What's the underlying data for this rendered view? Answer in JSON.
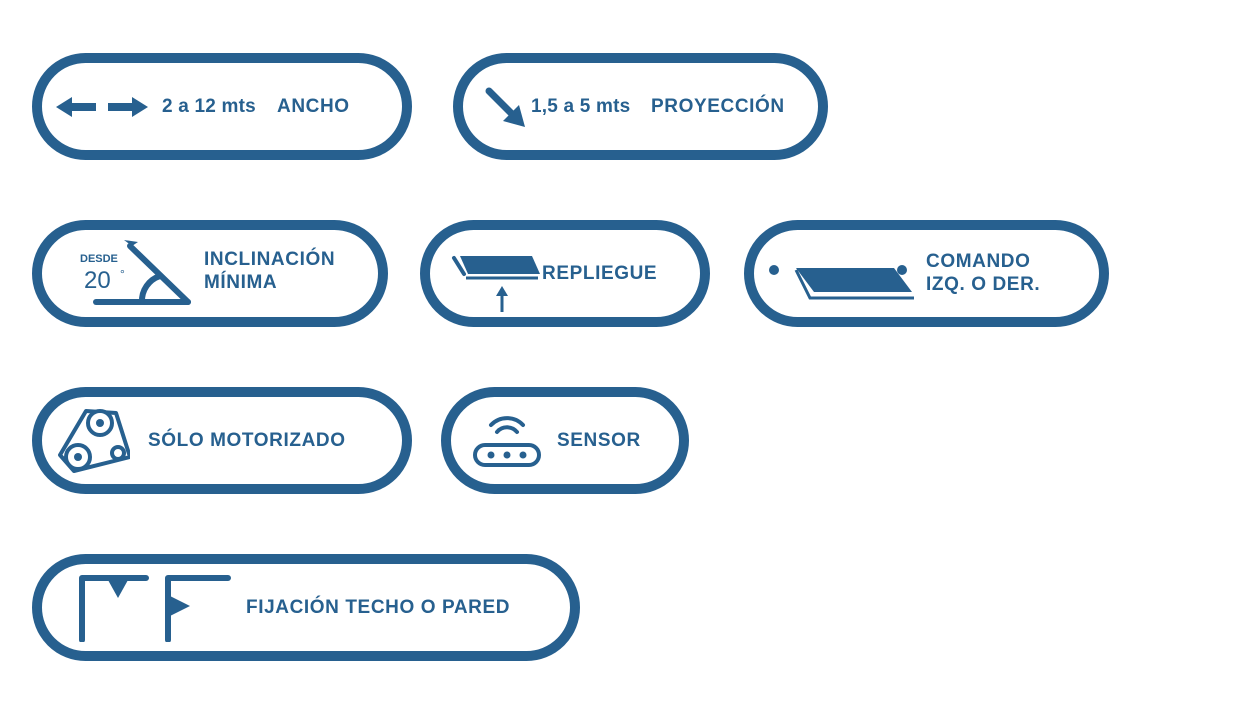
{
  "colors": {
    "primary": "#27608f",
    "background": "#ffffff"
  },
  "features": {
    "width": {
      "icon": "double-arrow-icon",
      "value": "2 a 12 mts",
      "label": "ANCHO"
    },
    "projection": {
      "icon": "diagonal-arrow-icon",
      "value": "1,5 a 5 mts",
      "label": "PROYECCIÓN"
    },
    "inclination": {
      "icon": "angle-icon",
      "icon_small_text": "DESDE",
      "icon_degrees": "20",
      "icon_degree_symbol": "°",
      "label_line1": "INCLINACIÓN",
      "label_line2": "MÍNIMA"
    },
    "fold": {
      "icon": "fold-up-icon",
      "label": "REPLIEGUE"
    },
    "command": {
      "icon": "awning-command-icon",
      "label_line1": "COMANDO",
      "label_line2": "IZQ. O DER."
    },
    "motor": {
      "icon": "motor-belt-icon",
      "label": "SÓLO MOTORIZADO"
    },
    "sensor": {
      "icon": "wireless-sensor-icon",
      "label": "SENSOR"
    },
    "mounting": {
      "icon": "ceiling-wall-mount-icon",
      "label": "FIJACIÓN TECHO O PARED"
    }
  }
}
